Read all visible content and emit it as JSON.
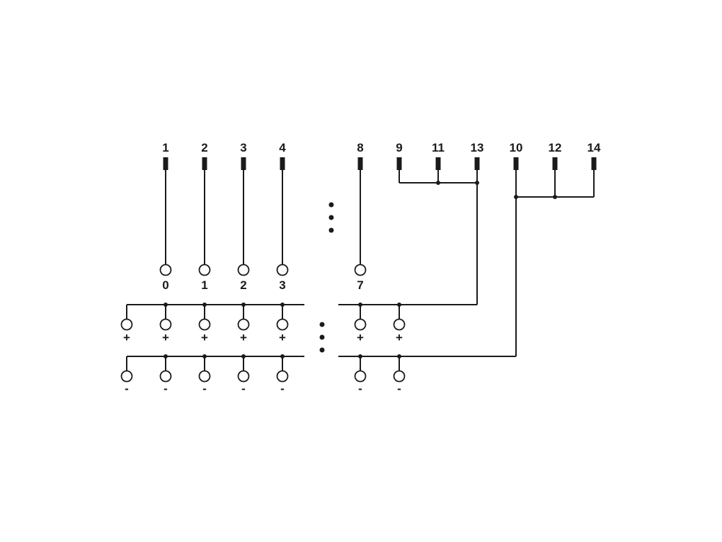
{
  "diagram": {
    "line_color": "#1a1a1a",
    "pin_labels_left": [
      "1",
      "2",
      "3",
      "4",
      "8"
    ],
    "terminal_labels": [
      "0",
      "1",
      "2",
      "3",
      "7"
    ],
    "pin_labels_group_a": [
      "9",
      "11",
      "13"
    ],
    "pin_labels_group_b": [
      "10",
      "12",
      "14"
    ],
    "plus_labels": [
      "+",
      "+",
      "+",
      "+",
      "+",
      "+",
      "+"
    ],
    "minus_labels": [
      "-",
      "-",
      "-",
      "-",
      "-",
      "-",
      "-"
    ]
  }
}
